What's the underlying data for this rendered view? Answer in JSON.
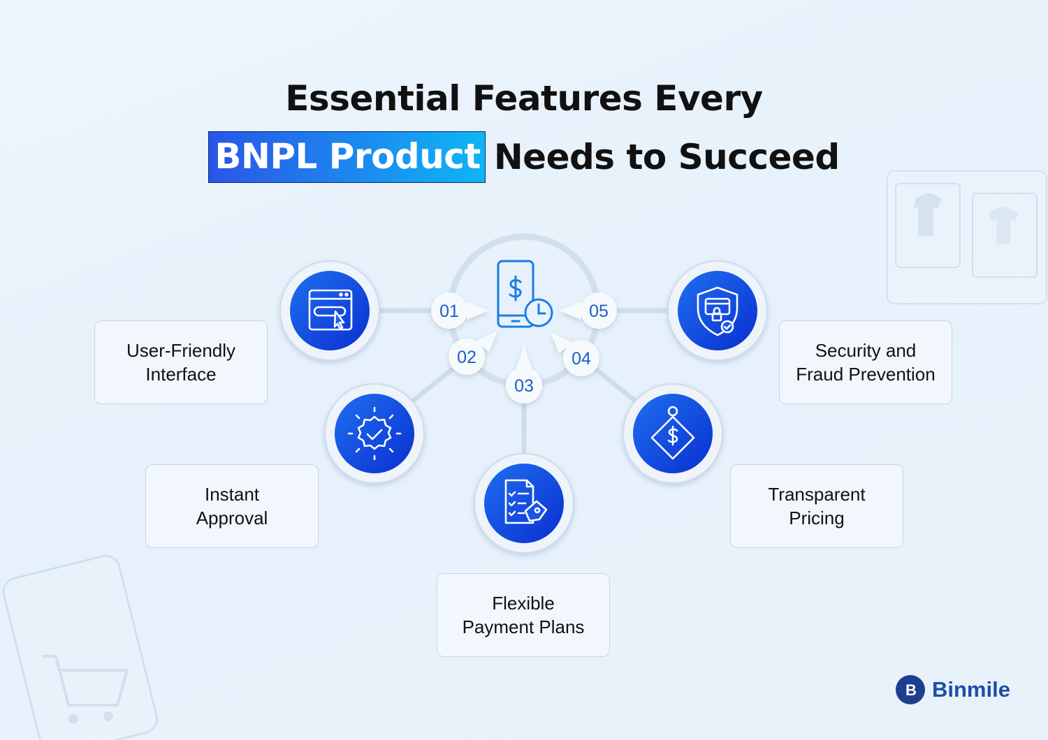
{
  "title": {
    "line1": "Essential Features Every",
    "highlight": "BNPL Product",
    "line2_rest": "Needs to Succeed"
  },
  "hub": {
    "icon": "phone-dollar-clock-icon"
  },
  "features": [
    {
      "number": "01",
      "line1": "User-Friendly",
      "line2": "Interface",
      "icon": "browser-cursor-icon"
    },
    {
      "number": "02",
      "line1": "Instant",
      "line2": "Approval",
      "icon": "badge-check-icon"
    },
    {
      "number": "03",
      "line1": "Flexible",
      "line2": "Payment Plans",
      "icon": "checklist-payment-icon"
    },
    {
      "number": "04",
      "line1": "Transparent",
      "line2": "Pricing",
      "icon": "price-tag-icon"
    },
    {
      "number": "05",
      "line1": "Security and",
      "line2": "Fraud Prevention",
      "icon": "shield-card-icon"
    }
  ],
  "brand": {
    "name": "Binmile"
  },
  "colors": {
    "accent_start": "#2a55e8",
    "accent_end": "#0fb6f5",
    "connector": "#cfdcea",
    "text": "#111111"
  }
}
